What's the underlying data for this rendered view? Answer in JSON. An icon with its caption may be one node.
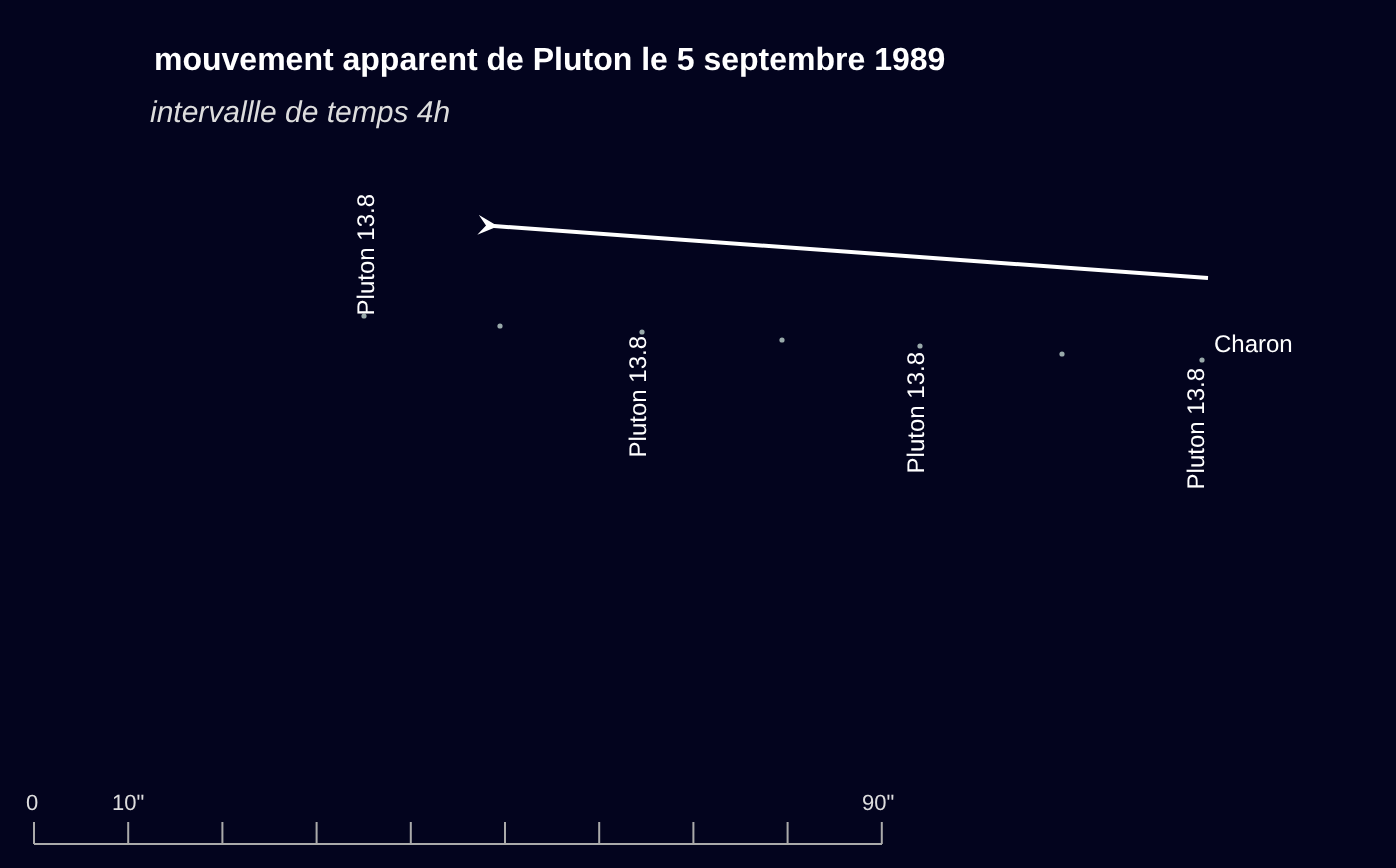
{
  "diagram": {
    "title": "mouvement apparent de Pluton le 5 septembre 1989",
    "labels": [
      "intervallle de temps 4h",
      "Pluton 13.8",
      "Pluton 13.8",
      "Pluton 13.8",
      "Pluton 13.8",
      "Charon",
      "0",
      "10\"",
      "90\""
    ]
  }
}
